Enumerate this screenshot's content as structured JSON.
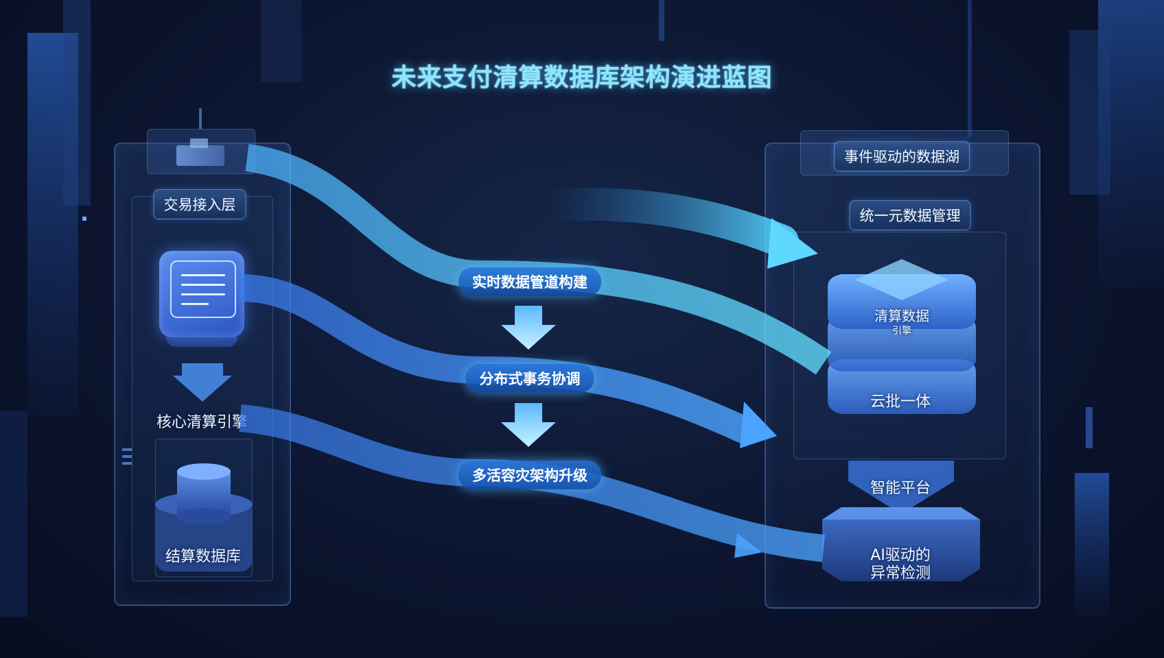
{
  "title": "未来支付清算数据库架构演进蓝图",
  "left_column": {
    "access_layer": "交易接入层",
    "core_engine": "核心清算引擎",
    "settlement_db": "结算数据库"
  },
  "flows": {
    "pipeline": "实时数据管道构建",
    "distributed_tx": "分布式事务协调",
    "multi_active": "多活容灾架构升级"
  },
  "right_column": {
    "event_lake": "事件驱动的数据湖",
    "metadata_mgmt": "统一元数据管理",
    "stack_top": "清算数据",
    "stack_top_sub": "引擎",
    "stack_bottom": "云批一体",
    "platform": "智能平台",
    "ai_detect_line1": "AI驱动的",
    "ai_detect_line2": "异常检测"
  },
  "icons": [
    "document-icon",
    "database-icon",
    "arrow-down-icon",
    "flow-arrow-icon",
    "small-block-icon"
  ],
  "colors": {
    "background": "#0c1530",
    "title_glow": "#8fe6ff",
    "flow_cyan": "#5fd4ff",
    "flow_blue": "#3b7bff",
    "panel_border": "#7aa8e6"
  }
}
